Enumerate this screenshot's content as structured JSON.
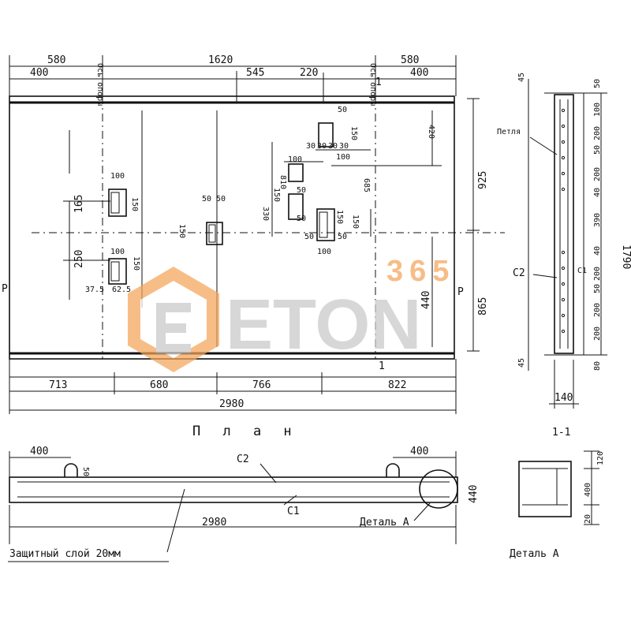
{
  "plan": {
    "title": "П л а н",
    "top_dims": [
      "580",
      "400",
      "1620",
      "545",
      "220",
      "580",
      "400"
    ],
    "axis_labels": [
      "Ось опоры",
      "Ось опоры"
    ],
    "inner_dims": [
      "50",
      "30",
      "30",
      "30",
      "30",
      "150",
      "100",
      "420",
      "810",
      "330",
      "685",
      "100",
      "150",
      "50",
      "50",
      "100",
      "150",
      "150",
      "165",
      "250",
      "50",
      "50",
      "150",
      "50",
      "50",
      "100",
      "150",
      "37.5",
      "62.5",
      "100",
      "150",
      "440"
    ],
    "right_dims": [
      "925",
      "865"
    ],
    "bottom_dims": [
      "713",
      "680",
      "766",
      "822"
    ],
    "total_length": "2980",
    "marks": [
      "Р",
      "Р",
      "1",
      "1"
    ]
  },
  "elevation": {
    "dims": [
      "400",
      "400",
      "50",
      "2980",
      "440"
    ],
    "labels": [
      "С2",
      "С1",
      "Деталь А"
    ],
    "protective_layer": "Защитный слой 20мм"
  },
  "section": {
    "title": "1-1",
    "labels": [
      "Петля",
      "С2",
      "С1"
    ],
    "top_dim": "45",
    "side_dims": [
      "50",
      "100",
      "200",
      "50",
      "200",
      "40",
      "390",
      "40",
      "200",
      "50",
      "200",
      "200",
      "80"
    ],
    "total": "1790",
    "bottom_dim": "45",
    "width": "140"
  },
  "detail": {
    "title": "Деталь А",
    "dims": [
      "120",
      "400",
      "20"
    ]
  },
  "watermark": {
    "text": "ETON",
    "number": "365"
  },
  "colors": {
    "ink": "#111111",
    "watermark_orange": "#f4a55a",
    "watermark_gray": "#c8c8c8"
  }
}
